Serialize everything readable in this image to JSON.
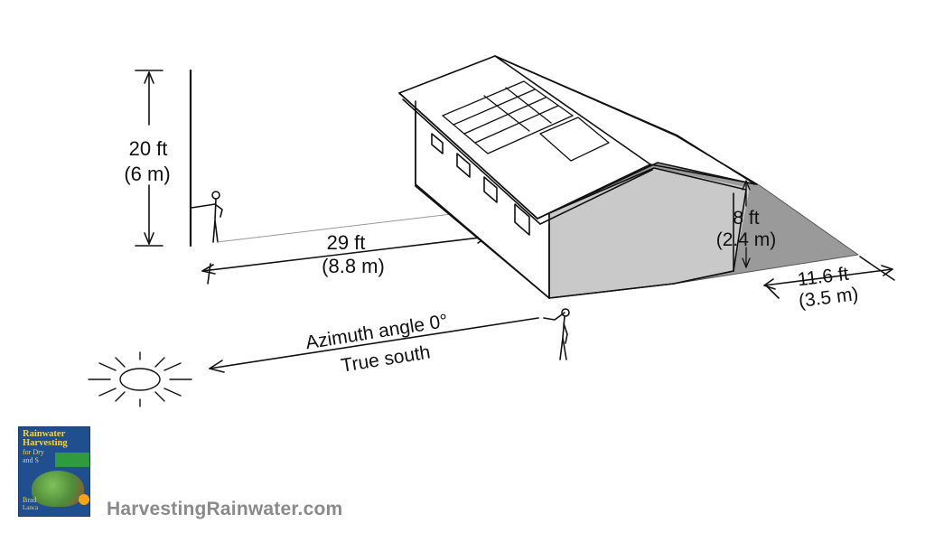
{
  "labels": {
    "pole_height_ft": "20 ft",
    "pole_height_m": "(6 m)",
    "distance_ft": "29 ft",
    "distance_m": "(8.8 m)",
    "eave_height_ft": "8 ft",
    "eave_height_m": "(2.4 m)",
    "shadow_length_ft": "11.6 ft",
    "shadow_length_m": "(3.5 m)",
    "azimuth": "Azimuth angle 0°",
    "direction": "True south"
  },
  "book_cover": {
    "title_line1": "Rainwater",
    "title_line2": "Harvesting",
    "subtitle_line1": "for Dry",
    "subtitle_line2": "and S",
    "author_line1": "Brad",
    "author_line2": "Lanca"
  },
  "website": "HarvestingRainwater.com"
}
